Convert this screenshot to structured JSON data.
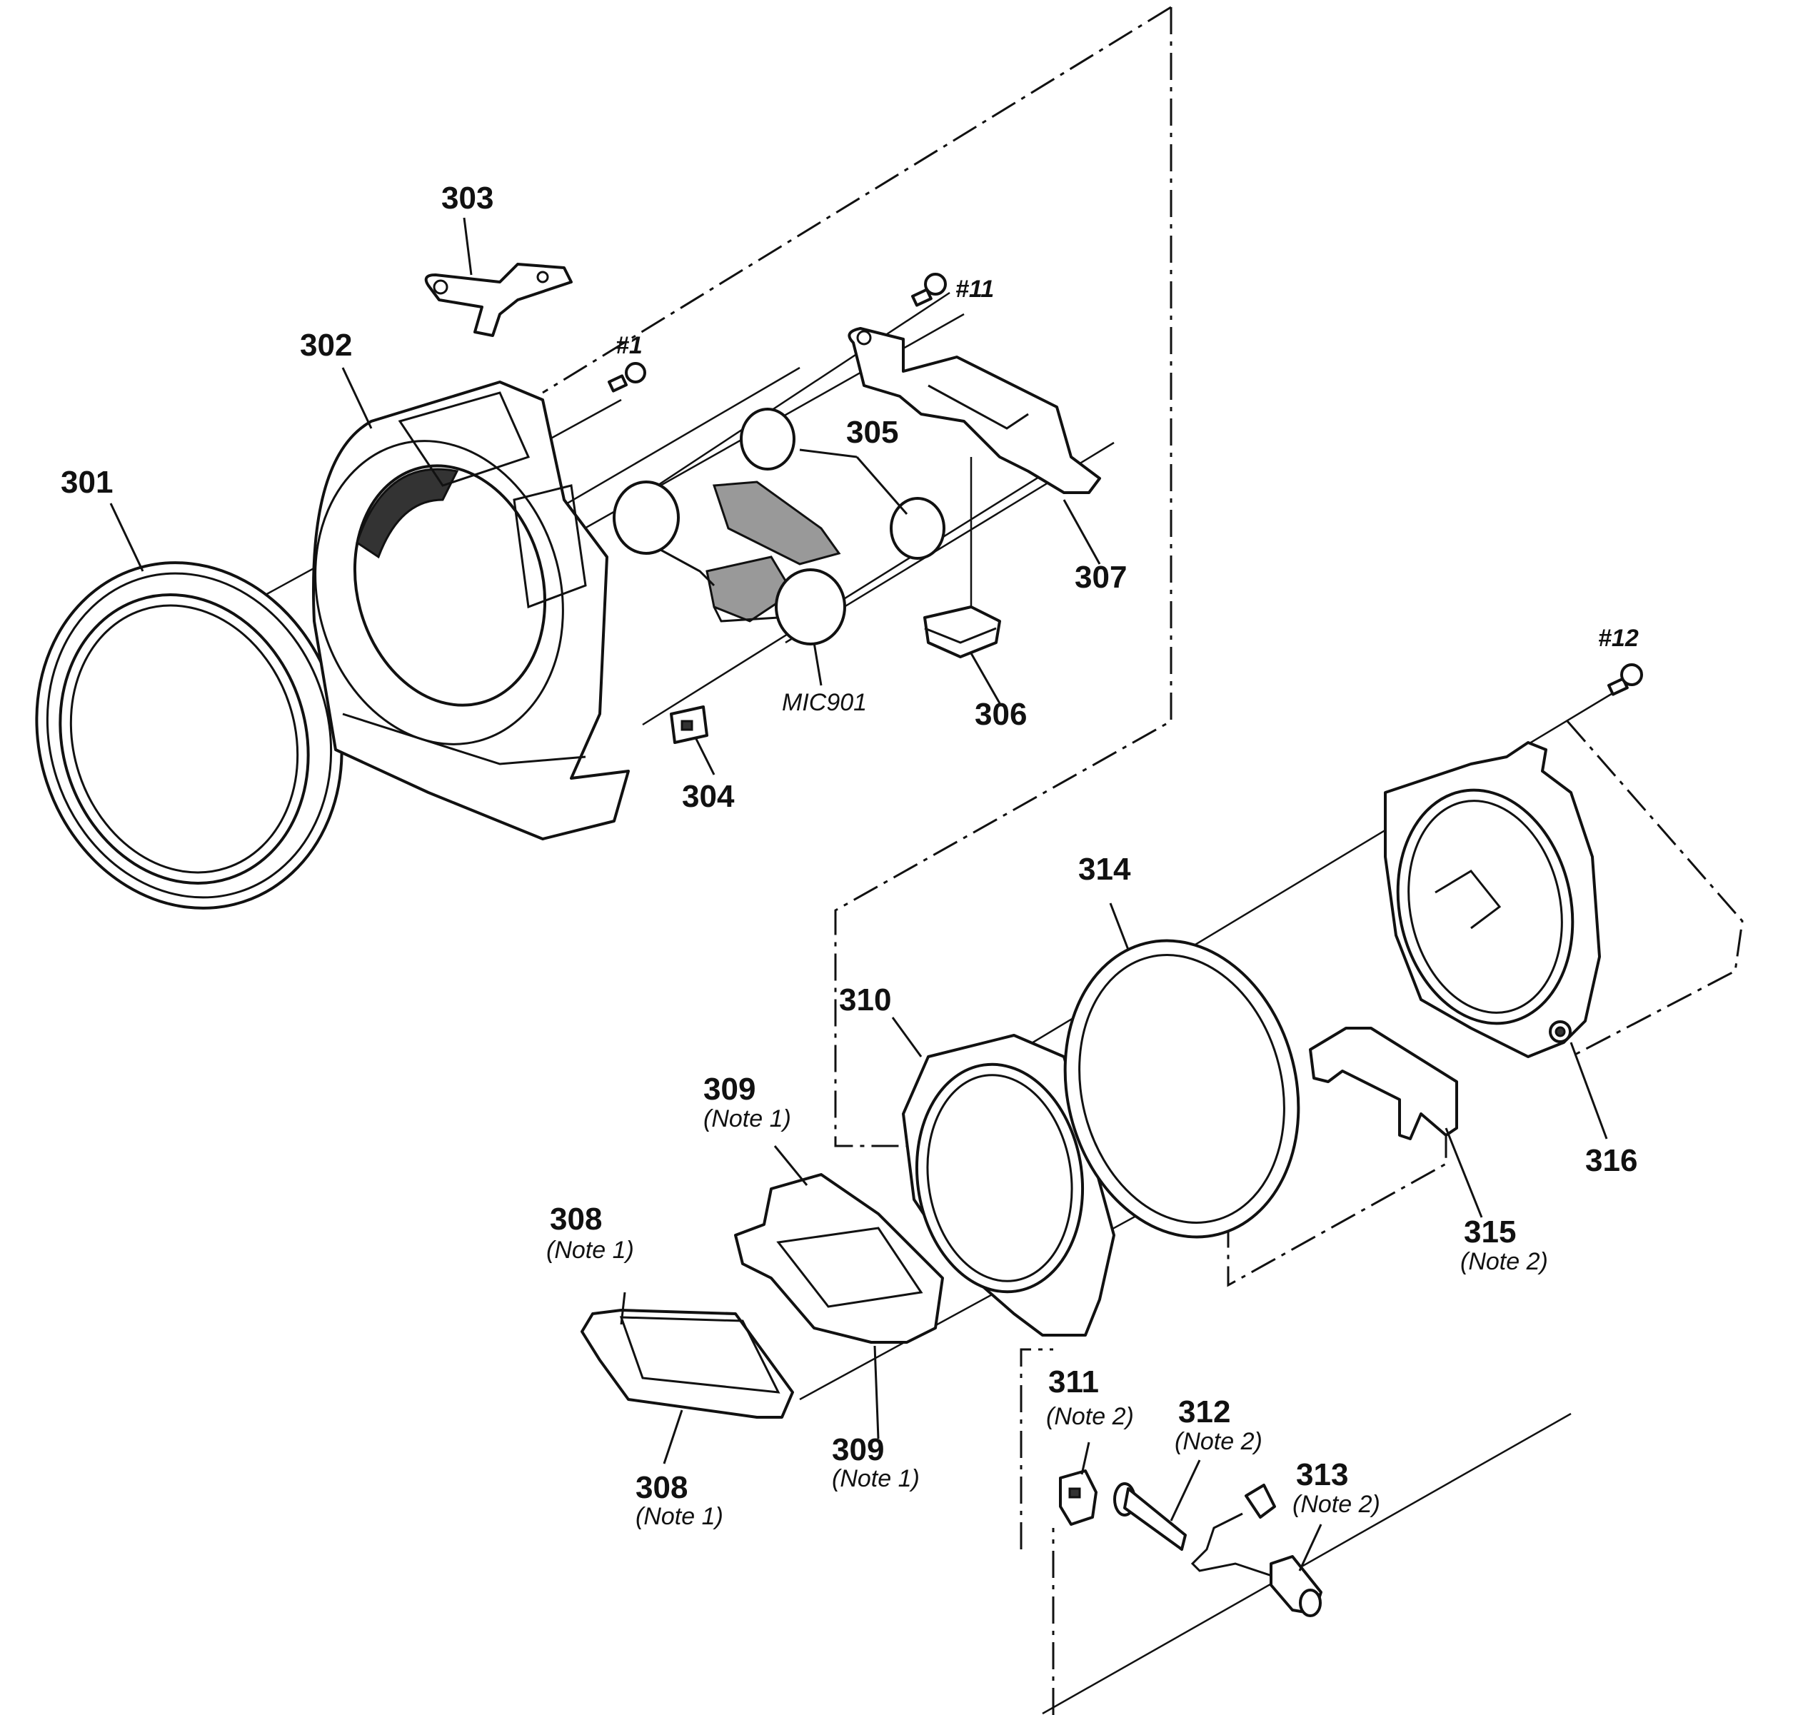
{
  "parts": [
    {
      "id": "301",
      "number": "301"
    },
    {
      "id": "302",
      "number": "302"
    },
    {
      "id": "303",
      "number": "303"
    },
    {
      "id": "304",
      "number": "304"
    },
    {
      "id": "305",
      "number": "305"
    },
    {
      "id": "306",
      "number": "306"
    },
    {
      "id": "307",
      "number": "307"
    },
    {
      "id": "308a",
      "number": "308",
      "note": "(Note 1)"
    },
    {
      "id": "308b",
      "number": "308",
      "note": "(Note 1)"
    },
    {
      "id": "309a",
      "number": "309",
      "note": "(Note 1)"
    },
    {
      "id": "309b",
      "number": "309",
      "note": "(Note 1)"
    },
    {
      "id": "310",
      "number": "310"
    },
    {
      "id": "311",
      "number": "311",
      "note": "(Note 2)"
    },
    {
      "id": "312",
      "number": "312",
      "note": "(Note 2)"
    },
    {
      "id": "313",
      "number": "313",
      "note": "(Note 2)"
    },
    {
      "id": "314",
      "number": "314"
    },
    {
      "id": "315",
      "number": "315",
      "note": "(Note 2)"
    },
    {
      "id": "316",
      "number": "316"
    }
  ],
  "screws": [
    {
      "id": "s1",
      "label": "#1"
    },
    {
      "id": "s11",
      "label": "#11"
    },
    {
      "id": "s12",
      "label": "#12"
    }
  ],
  "mic": {
    "label": "MIC901"
  }
}
